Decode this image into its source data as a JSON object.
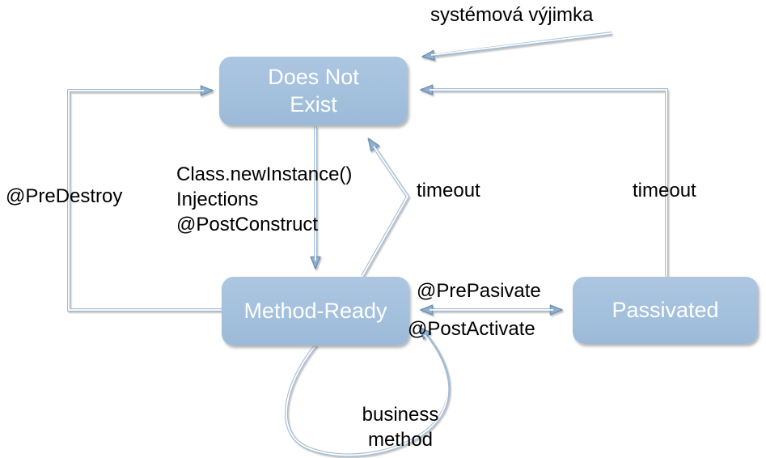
{
  "diagram": {
    "type": "state-diagram",
    "colors": {
      "background": "#ffffff",
      "node_fill": "#a5c1de",
      "node_text": "#ffffff",
      "connector": "#a4bcd4",
      "arrowhead": "#8db1d4",
      "label_text": "#000000"
    },
    "nodes": [
      {
        "id": "does-not-exist",
        "lines": [
          "Does Not",
          "Exist"
        ]
      },
      {
        "id": "method-ready",
        "lines": [
          "Method-Ready"
        ]
      },
      {
        "id": "passivated",
        "lines": [
          "Passivated"
        ]
      }
    ],
    "labels": {
      "system_exception": "systémová výjimka",
      "pre_destroy": "@PreDestroy",
      "create_line1": "Class.newInstance()",
      "create_line2": "Injections",
      "create_line3": "@PostConstruct",
      "timeout_mid": "timeout",
      "timeout_right": "timeout",
      "pre_pasivate": "@PrePasivate",
      "post_activate": "@PostActivate",
      "business_line1": "business",
      "business_line2": "method"
    },
    "edges": [
      {
        "from": "Method-Ready",
        "to": "Does Not Exist",
        "label": "@PreDestroy",
        "style": "elbow-left"
      },
      {
        "from": "Does Not Exist",
        "to": "Method-Ready",
        "label": "Class.newInstance() Injections @PostConstruct",
        "style": "straight-down"
      },
      {
        "from": "Method-Ready",
        "to": "Does Not Exist",
        "label": "timeout",
        "style": "zigzag"
      },
      {
        "from": "Passivated",
        "to": "Does Not Exist",
        "label": "timeout",
        "style": "elbow-right"
      },
      {
        "from": "external",
        "to": "Does Not Exist",
        "label": "systémová výjimka",
        "style": "diagonal"
      },
      {
        "from": "Method-Ready",
        "to": "Passivated",
        "label": "@PrePasivate / @PostActivate",
        "bidirectional": true,
        "style": "straight"
      },
      {
        "from": "Method-Ready",
        "to": "Method-Ready",
        "label": "business method",
        "style": "self-loop"
      }
    ]
  }
}
